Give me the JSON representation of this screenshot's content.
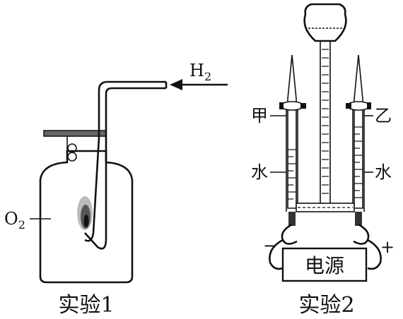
{
  "experiment1": {
    "caption": "实验1",
    "gas_in_label_main": "H",
    "gas_in_label_sub": "2",
    "bottle_gas_label_main": "O",
    "bottle_gas_label_sub": "2"
  },
  "experiment2": {
    "caption": "实验2",
    "left_tube_label": "甲",
    "right_tube_label": "乙",
    "left_water_label": "水",
    "right_water_label": "水",
    "power_label": "电源",
    "negative_sign": "−",
    "positive_sign": "+"
  }
}
